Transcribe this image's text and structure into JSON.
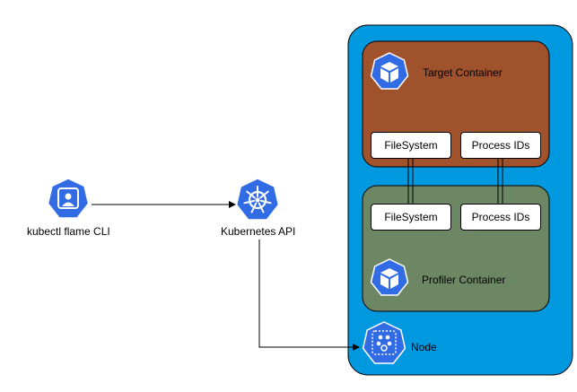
{
  "nodes": {
    "cli": {
      "label": "kubectl flame CLI"
    },
    "api": {
      "label": "Kubernetes API"
    },
    "target": {
      "label": "Target Container"
    },
    "profiler": {
      "label": "Profiler Container"
    },
    "node": {
      "label": "Node"
    }
  },
  "boxes": {
    "target_fs": "FileSystem",
    "target_pids": "Process IDs",
    "profiler_fs": "FileSystem",
    "profiler_pids": "Process IDs"
  },
  "colors": {
    "node_bg": "#0099e0",
    "target_bg": "#a0522d",
    "profiler_bg": "#6d8764",
    "k8s_blue": "#326ce5"
  }
}
